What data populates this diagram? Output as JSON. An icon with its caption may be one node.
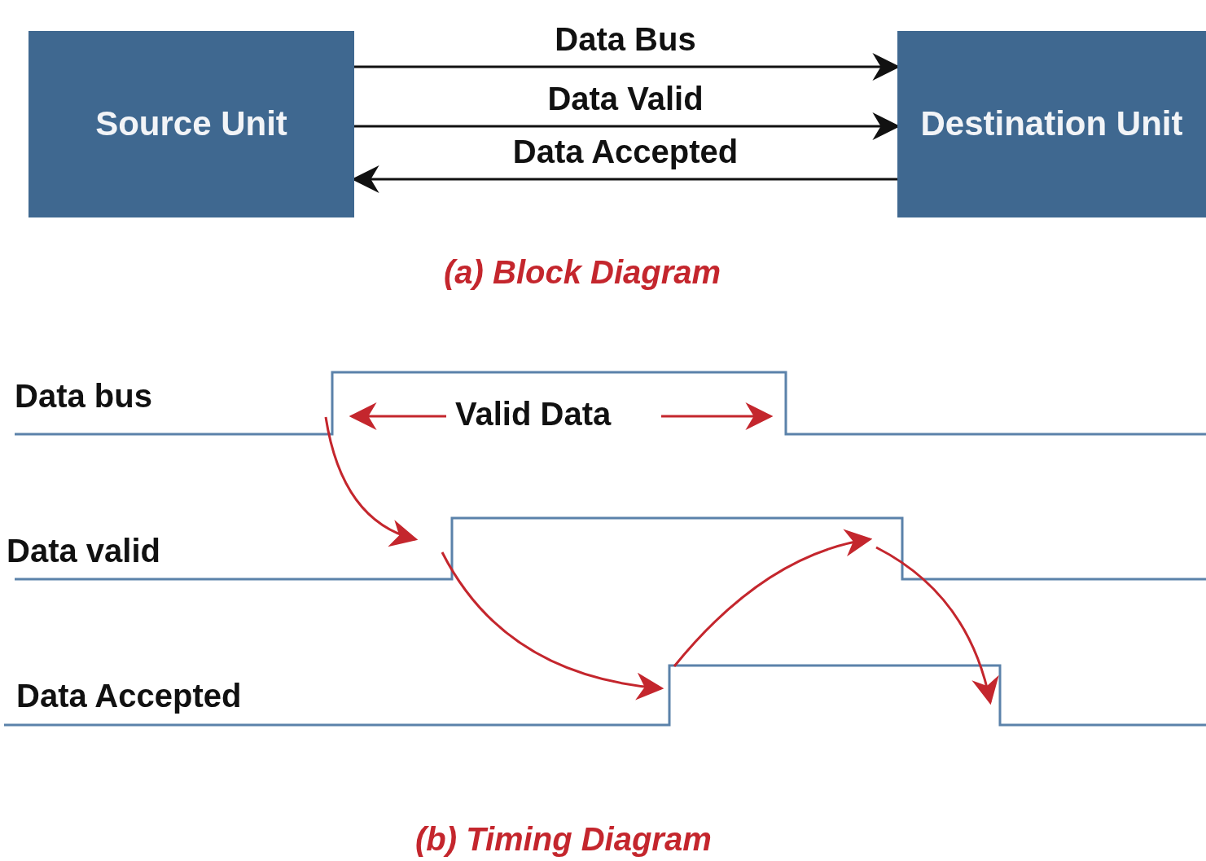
{
  "diagram": {
    "nodes": [
      {
        "text": [
          "Source Unit"
        ]
      },
      {
        "text": [
          "Destination Unit"
        ]
      }
    ],
    "edges": [
      {
        "from": 0,
        "to": 1,
        "arrow": "to",
        "label": "Data Bus"
      },
      {
        "from": 0,
        "to": 1,
        "arrow": "to",
        "label": "Data Valid"
      },
      {
        "from": 1,
        "to": 0,
        "arrow": "to",
        "label": "Data Accepted"
      }
    ],
    "labels": [
      "(a) Block Diagram",
      "Data bus",
      "Valid Data",
      "Data valid",
      "Data Accepted",
      "(b) Timing Diagram"
    ]
  }
}
